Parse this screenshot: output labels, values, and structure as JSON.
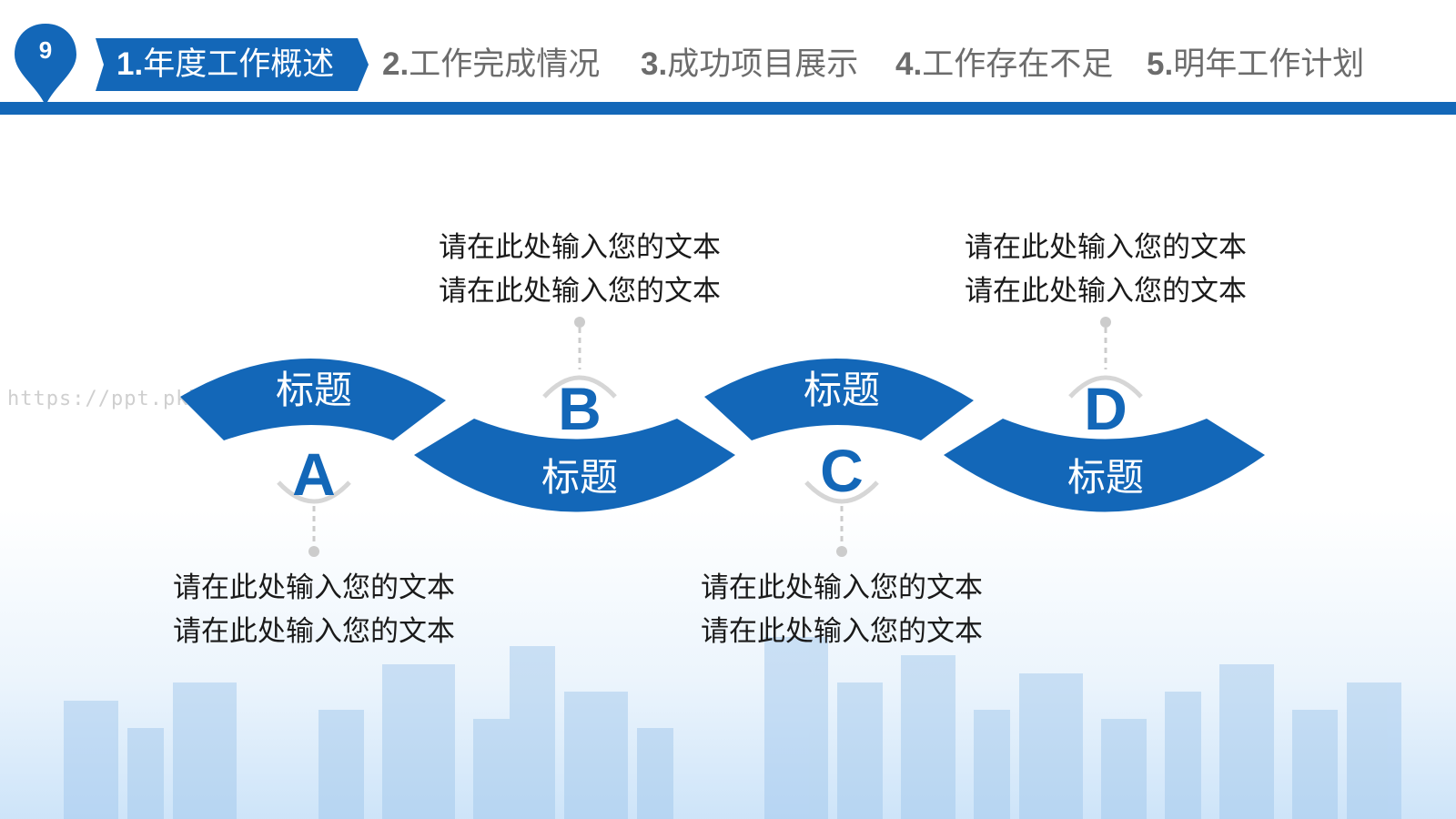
{
  "slide": {
    "page_number": "9",
    "watermark": "https://ppt.pkll..."
  },
  "nav": [
    {
      "num": "1.",
      "label": "年度工作概述",
      "active": true
    },
    {
      "num": "2.",
      "label": "工作完成情况",
      "active": false
    },
    {
      "num": "3.",
      "label": "成功项目展示",
      "active": false
    },
    {
      "num": "4.",
      "label": "工作存在不足",
      "active": false
    },
    {
      "num": "5.",
      "label": "明年工作计划",
      "active": false
    }
  ],
  "steps": [
    {
      "letter": "A",
      "title": "标题",
      "text1": "请在此处输入您的文本",
      "text2": "请在此处输入您的文本"
    },
    {
      "letter": "B",
      "title": "标题",
      "text1": "请在此处输入您的文本",
      "text2": "请在此处输入您的文本"
    },
    {
      "letter": "C",
      "title": "标题",
      "text1": "请在此处输入您的文本",
      "text2": "请在此处输入您的文本"
    },
    {
      "letter": "D",
      "title": "标题",
      "text1": "请在此处输入您的文本",
      "text2": "请在此处输入您的文本"
    }
  ],
  "colors": {
    "accent": "#1367b8",
    "text": "#1a1a1a",
    "nav_inactive": "#6c6c6c",
    "connector": "#cccccc"
  }
}
